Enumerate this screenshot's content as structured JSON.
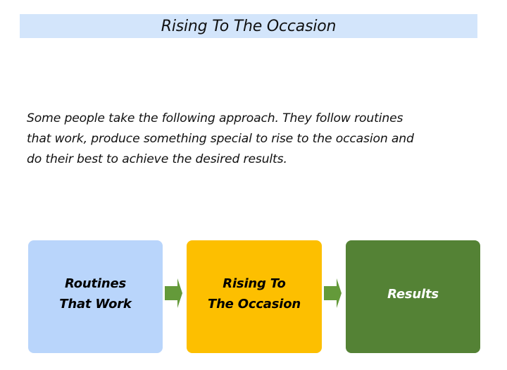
{
  "title": "Rising To The Occasion",
  "intro": {
    "lines": [
      "Some people take the following approach. They follow routines",
      "that work, produce something special to rise to the occasion and",
      "do their best to achieve the desired results."
    ]
  },
  "colors": {
    "title_bg": "#d3e5fb",
    "arrow": "#649a3a",
    "box_routines": "#b9d5fb",
    "box_rising": "#fdbf00",
    "box_results": "#548235"
  },
  "flow": {
    "boxes": [
      {
        "line1": "Routines",
        "line2": "That Work",
        "bg": "#b9d5fb",
        "text_color": "#000000"
      },
      {
        "line1": "Rising To",
        "line2": "The Occasion",
        "bg": "#fdbf00",
        "text_color": "#000000"
      },
      {
        "line1": "Results",
        "line2": "",
        "bg": "#548235",
        "text_color": "#ffffff"
      }
    ],
    "arrows": [
      {
        "icon": "right-arrow-icon",
        "from": "Routines That Work",
        "to": "Rising To The Occasion"
      },
      {
        "icon": "right-arrow-icon",
        "from": "Rising To The Occasion",
        "to": "Results"
      }
    ]
  }
}
